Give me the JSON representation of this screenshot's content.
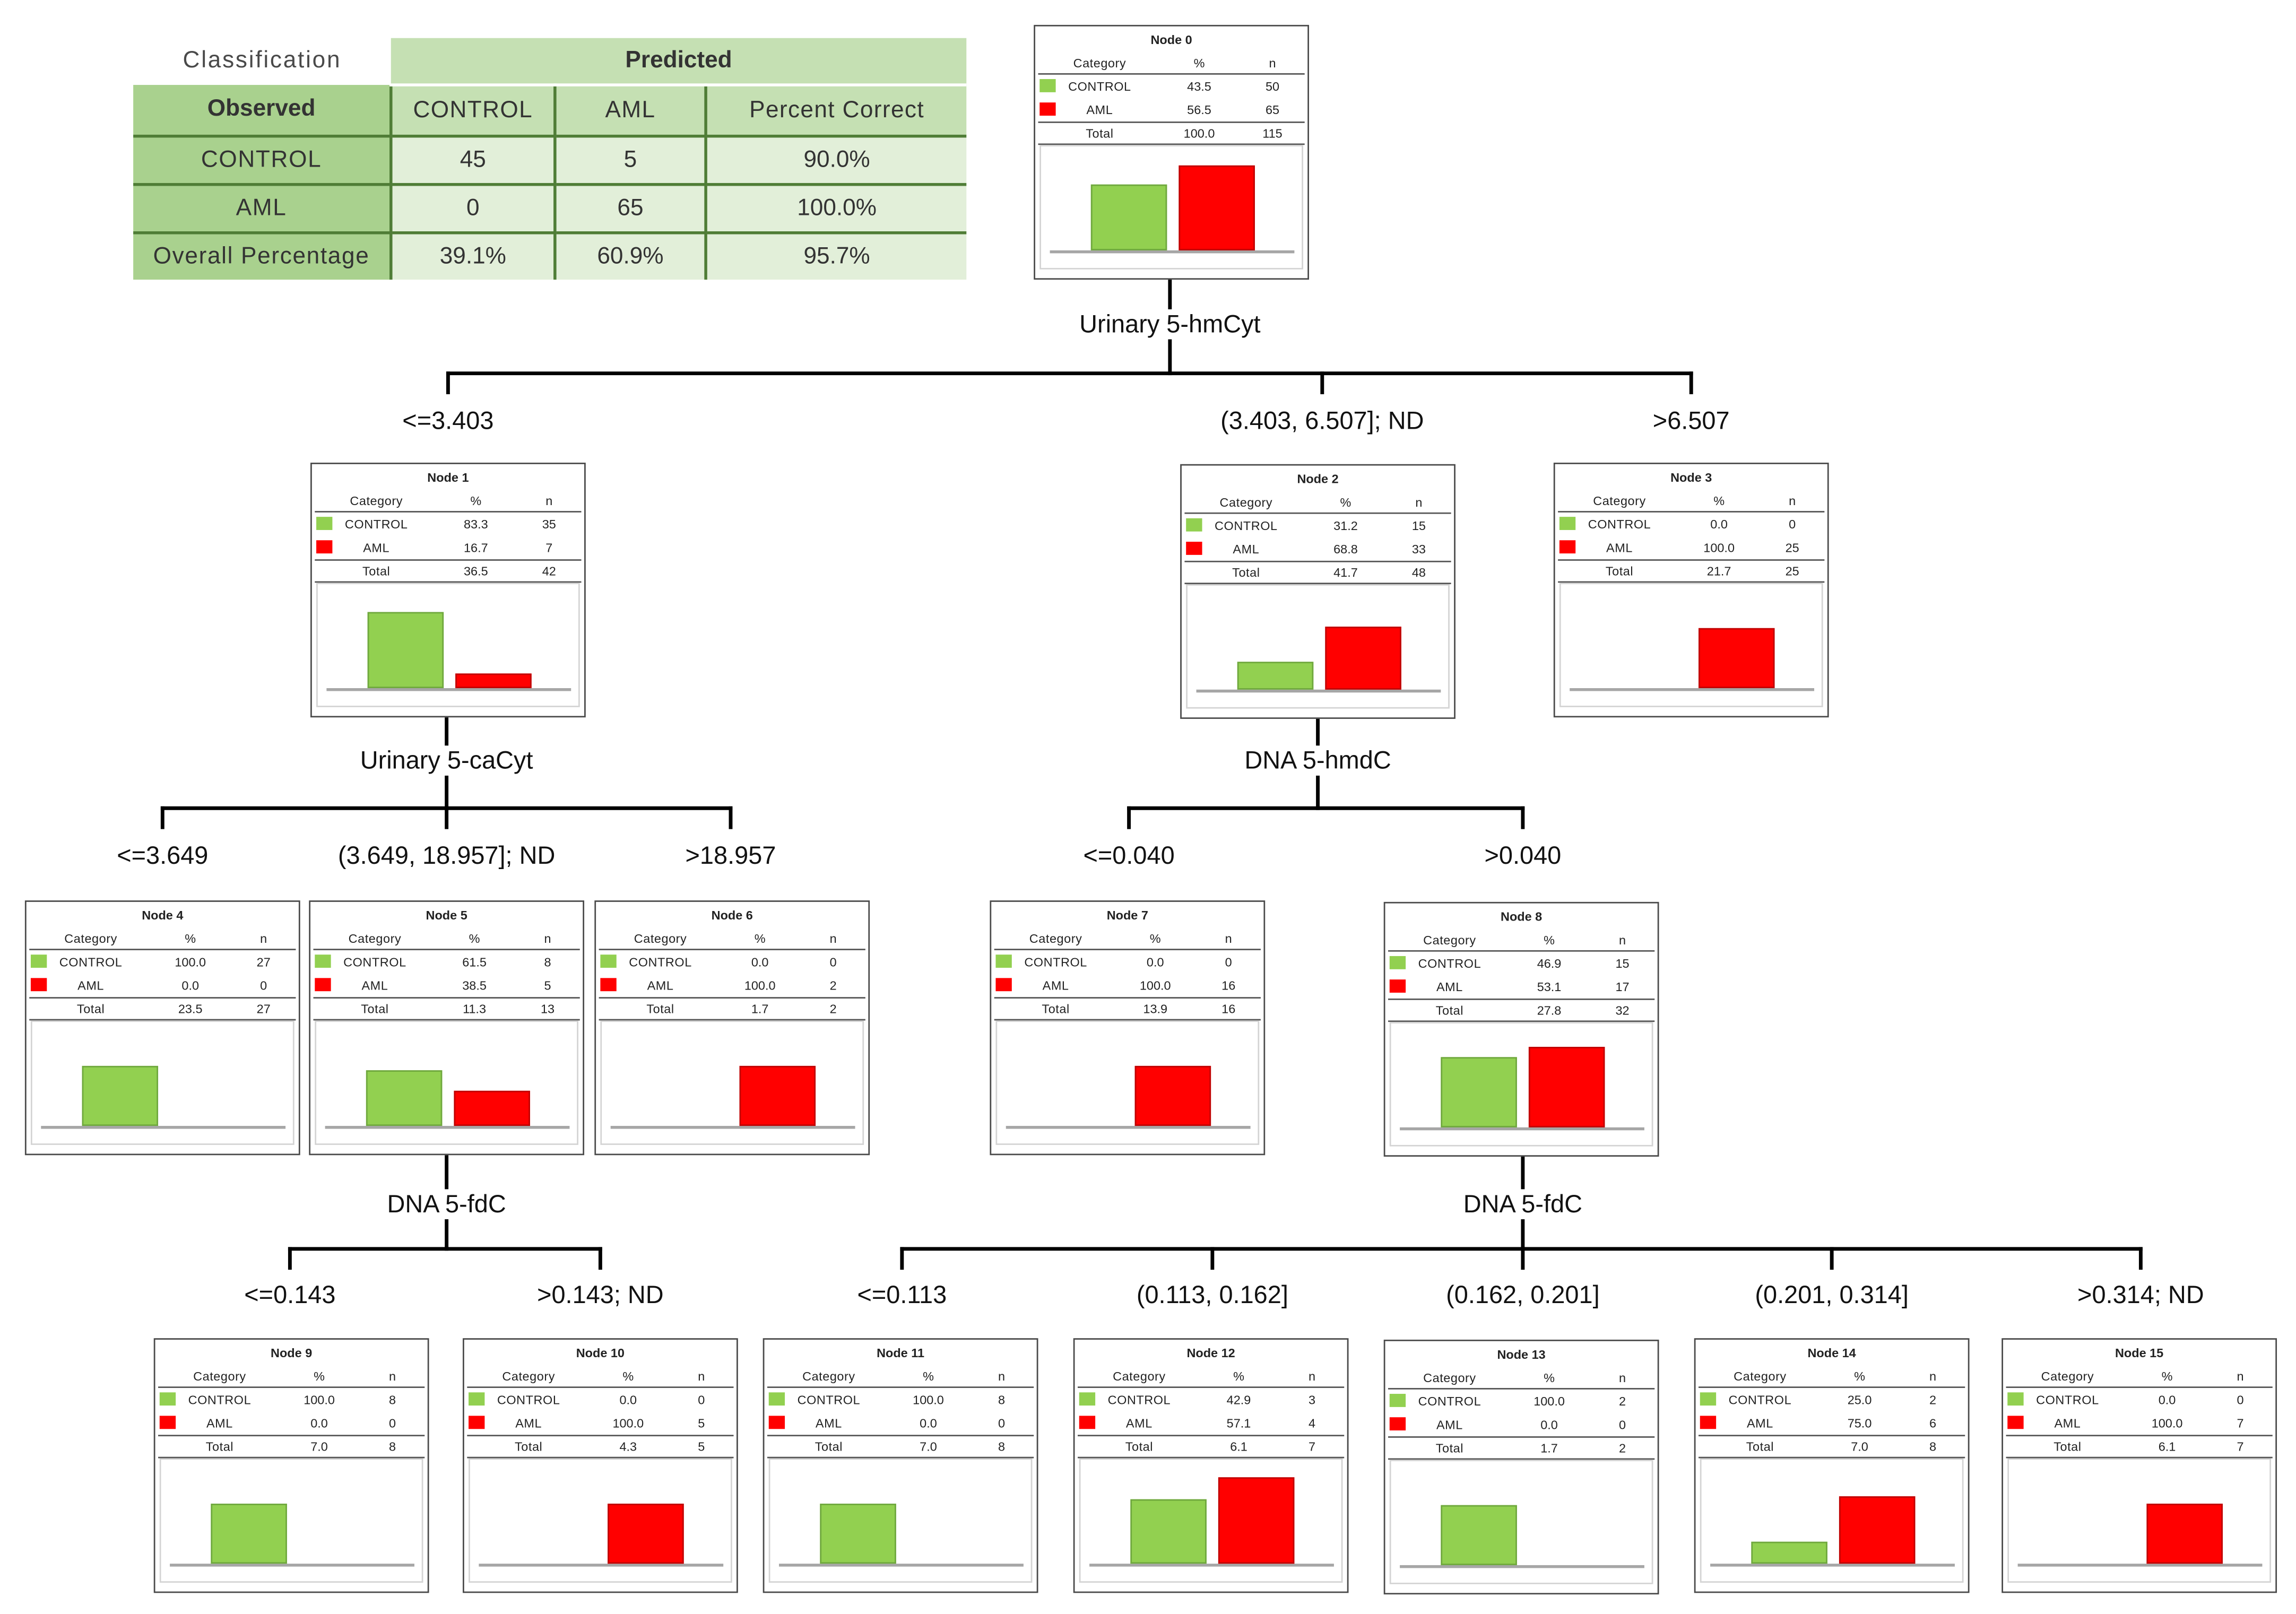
{
  "classification_table": {
    "title": "Classification",
    "predicted_label": "Predicted",
    "header": [
      "Observed",
      "CONTROL",
      "AML",
      "Percent Correct"
    ],
    "rows": [
      {
        "observed": "CONTROL",
        "values": [
          "45",
          "5",
          "90.0%"
        ]
      },
      {
        "observed": "AML",
        "values": [
          "0",
          "65",
          "100.0%"
        ]
      },
      {
        "observed": "Overall Percentage",
        "values": [
          "39.1%",
          "60.9%",
          "95.7%"
        ]
      }
    ]
  },
  "tree": {
    "column_headers": {
      "category": "Category",
      "percent": "%",
      "n": "n"
    },
    "total_label": "Total",
    "category_colors": {
      "CONTROL": "#92d050",
      "AML": "#ff0000"
    },
    "nodes": [
      {
        "title": "Node 0",
        "rows": [
          {
            "category": "CONTROL",
            "percent": "43.5",
            "n": "50"
          },
          {
            "category": "AML",
            "percent": "56.5",
            "n": "65"
          }
        ],
        "total": {
          "percent": "100.0",
          "n": "115"
        }
      },
      {
        "title": "Node 1",
        "rows": [
          {
            "category": "CONTROL",
            "percent": "83.3",
            "n": "35"
          },
          {
            "category": "AML",
            "percent": "16.7",
            "n": "7"
          }
        ],
        "total": {
          "percent": "36.5",
          "n": "42"
        }
      },
      {
        "title": "Node 2",
        "rows": [
          {
            "category": "CONTROL",
            "percent": "31.2",
            "n": "15"
          },
          {
            "category": "AML",
            "percent": "68.8",
            "n": "33"
          }
        ],
        "total": {
          "percent": "41.7",
          "n": "48"
        }
      },
      {
        "title": "Node 3",
        "rows": [
          {
            "category": "CONTROL",
            "percent": "0.0",
            "n": "0"
          },
          {
            "category": "AML",
            "percent": "100.0",
            "n": "25"
          }
        ],
        "total": {
          "percent": "21.7",
          "n": "25"
        }
      },
      {
        "title": "Node 4",
        "rows": [
          {
            "category": "CONTROL",
            "percent": "100.0",
            "n": "27"
          },
          {
            "category": "AML",
            "percent": "0.0",
            "n": "0"
          }
        ],
        "total": {
          "percent": "23.5",
          "n": "27"
        }
      },
      {
        "title": "Node 5",
        "rows": [
          {
            "category": "CONTROL",
            "percent": "61.5",
            "n": "8"
          },
          {
            "category": "AML",
            "percent": "38.5",
            "n": "5"
          }
        ],
        "total": {
          "percent": "11.3",
          "n": "13"
        }
      },
      {
        "title": "Node 6",
        "rows": [
          {
            "category": "CONTROL",
            "percent": "0.0",
            "n": "0"
          },
          {
            "category": "AML",
            "percent": "100.0",
            "n": "2"
          }
        ],
        "total": {
          "percent": "1.7",
          "n": "2"
        }
      },
      {
        "title": "Node 7",
        "rows": [
          {
            "category": "CONTROL",
            "percent": "0.0",
            "n": "0"
          },
          {
            "category": "AML",
            "percent": "100.0",
            "n": "16"
          }
        ],
        "total": {
          "percent": "13.9",
          "n": "16"
        }
      },
      {
        "title": "Node 8",
        "rows": [
          {
            "category": "CONTROL",
            "percent": "46.9",
            "n": "15"
          },
          {
            "category": "AML",
            "percent": "53.1",
            "n": "17"
          }
        ],
        "total": {
          "percent": "27.8",
          "n": "32"
        }
      },
      {
        "title": "Node 9",
        "rows": [
          {
            "category": "CONTROL",
            "percent": "100.0",
            "n": "8"
          },
          {
            "category": "AML",
            "percent": "0.0",
            "n": "0"
          }
        ],
        "total": {
          "percent": "7.0",
          "n": "8"
        }
      },
      {
        "title": "Node 10",
        "rows": [
          {
            "category": "CONTROL",
            "percent": "0.0",
            "n": "0"
          },
          {
            "category": "AML",
            "percent": "100.0",
            "n": "5"
          }
        ],
        "total": {
          "percent": "4.3",
          "n": "5"
        }
      },
      {
        "title": "Node 11",
        "rows": [
          {
            "category": "CONTROL",
            "percent": "100.0",
            "n": "8"
          },
          {
            "category": "AML",
            "percent": "0.0",
            "n": "0"
          }
        ],
        "total": {
          "percent": "7.0",
          "n": "8"
        }
      },
      {
        "title": "Node 12",
        "rows": [
          {
            "category": "CONTROL",
            "percent": "42.9",
            "n": "3"
          },
          {
            "category": "AML",
            "percent": "57.1",
            "n": "4"
          }
        ],
        "total": {
          "percent": "6.1",
          "n": "7"
        }
      },
      {
        "title": "Node 13",
        "rows": [
          {
            "category": "CONTROL",
            "percent": "100.0",
            "n": "2"
          },
          {
            "category": "AML",
            "percent": "0.0",
            "n": "0"
          }
        ],
        "total": {
          "percent": "1.7",
          "n": "2"
        }
      },
      {
        "title": "Node 14",
        "rows": [
          {
            "category": "CONTROL",
            "percent": "25.0",
            "n": "2"
          },
          {
            "category": "AML",
            "percent": "75.0",
            "n": "6"
          }
        ],
        "total": {
          "percent": "7.0",
          "n": "8"
        }
      },
      {
        "title": "Node 15",
        "rows": [
          {
            "category": "CONTROL",
            "percent": "0.0",
            "n": "0"
          },
          {
            "category": "AML",
            "percent": "100.0",
            "n": "7"
          }
        ],
        "total": {
          "percent": "6.1",
          "n": "7"
        }
      }
    ],
    "splits": [
      {
        "parent": 0,
        "variable": "Urinary 5-hmCyt",
        "branches": [
          {
            "label": "<=3.403",
            "child": 1
          },
          {
            "label": "(3.403, 6.507]; ND",
            "child": 2
          },
          {
            "label": ">6.507",
            "child": 3
          }
        ]
      },
      {
        "parent": 1,
        "variable": "Urinary 5-caCyt",
        "branches": [
          {
            "label": "<=3.649",
            "child": 4
          },
          {
            "label": "(3.649, 18.957]; ND",
            "child": 5
          },
          {
            "label": ">18.957",
            "child": 6
          }
        ]
      },
      {
        "parent": 2,
        "variable": "DNA 5-hmdC",
        "branches": [
          {
            "label": "<=0.040",
            "child": 7
          },
          {
            "label": ">0.040",
            "child": 8
          }
        ]
      },
      {
        "parent": 5,
        "variable": "DNA 5-fdC",
        "branches": [
          {
            "label": "<=0.143",
            "child": 9
          },
          {
            "label": ">0.143; ND",
            "child": 10
          }
        ]
      },
      {
        "parent": 8,
        "variable": "DNA 5-fdC",
        "branches": [
          {
            "label": "<=0.113",
            "child": 11
          },
          {
            "label": "(0.113, 0.162]",
            "child": 12
          },
          {
            "label": "(0.162, 0.201]",
            "child": 13
          },
          {
            "label": "(0.201, 0.314]",
            "child": 14
          },
          {
            "label": ">0.314; ND",
            "child": 15
          }
        ]
      }
    ]
  }
}
